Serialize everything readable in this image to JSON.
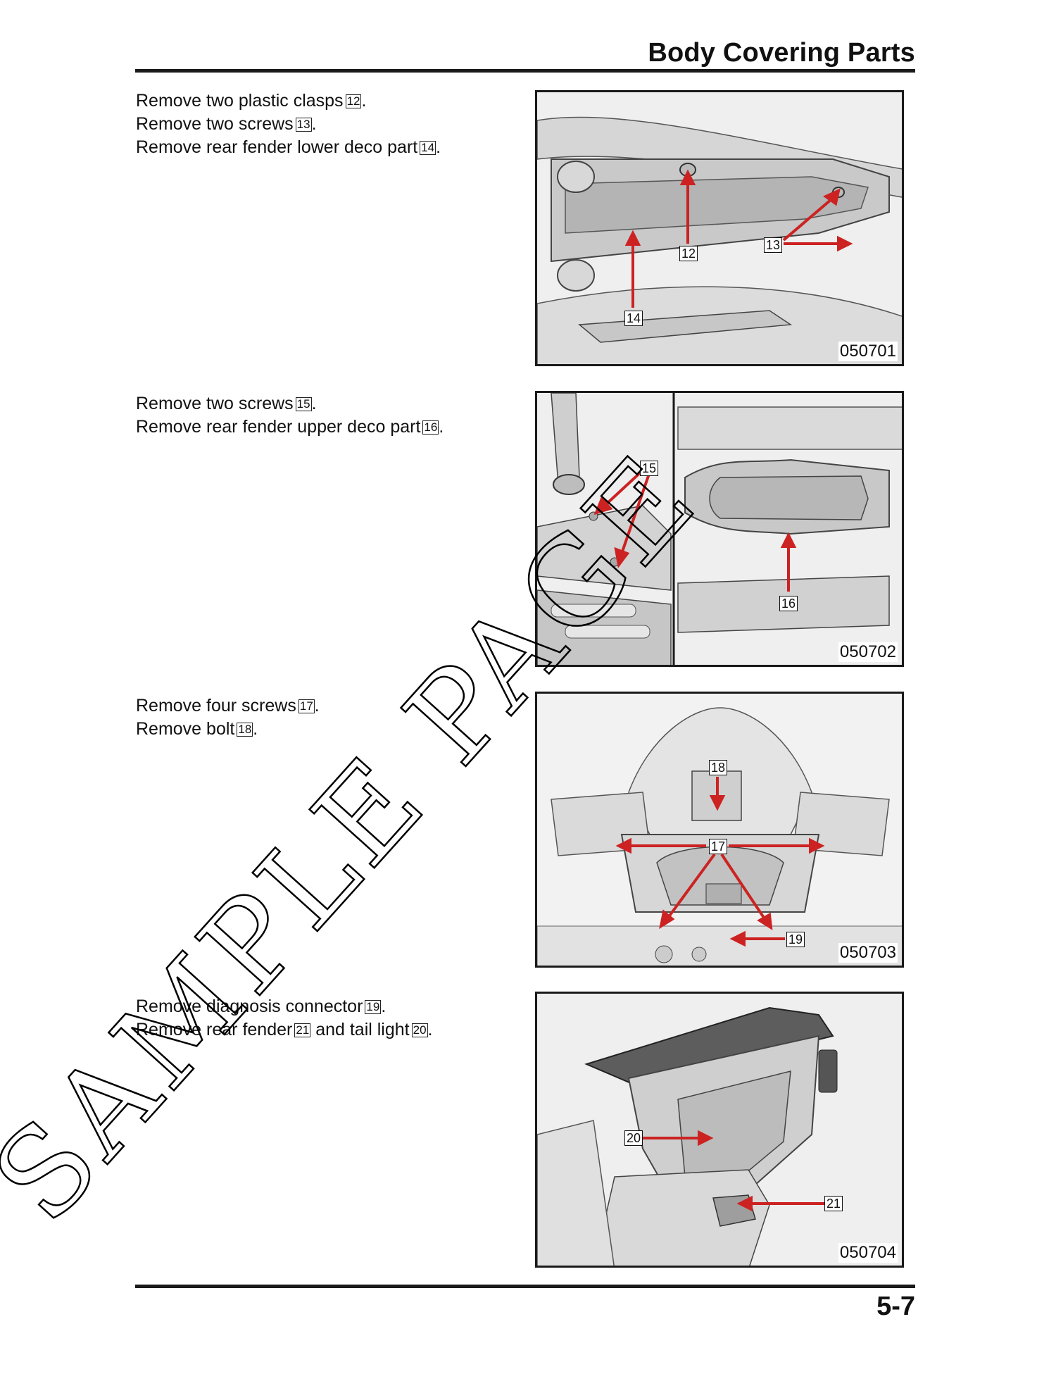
{
  "header": {
    "title": "Body Covering Parts"
  },
  "footer": {
    "page_number": "5-7"
  },
  "sections": [
    {
      "lines": [
        {
          "text": "Remove two plastic clasps",
          "ref": "12",
          "end": "."
        },
        {
          "text": "Remove two screws",
          "ref": "13",
          "end": "."
        },
        {
          "text": "Remove rear fender lower deco part",
          "ref": "14",
          "end": "."
        }
      ],
      "figure": {
        "code": "050701",
        "callouts": [
          "12",
          "13",
          "14"
        ]
      }
    },
    {
      "lines": [
        {
          "text": "Remove  two screws",
          "ref": "15",
          "end": "."
        },
        {
          "text": "Remove rear fender upper deco part",
          "ref": "16",
          "end": "."
        }
      ],
      "figure": {
        "code": "050702",
        "callouts": [
          "15",
          "16"
        ]
      }
    },
    {
      "lines": [
        {
          "text": "Remove four screws",
          "ref": "17",
          "end": "."
        },
        {
          "text": "Remove bolt",
          "ref": "18",
          "end": "."
        }
      ],
      "figure": {
        "code": "050703",
        "callouts": [
          "18",
          "17",
          "19"
        ]
      }
    },
    {
      "lines": [
        {
          "text": "Remove diagnosis connector",
          "ref": "19",
          "end": "."
        },
        {
          "text": "Remove rear fender",
          "ref": "21",
          "mid": " and tail light",
          "ref2": "20",
          "end": "."
        }
      ],
      "figure": {
        "code": "050704",
        "callouts": [
          "20",
          "21"
        ]
      }
    }
  ],
  "watermark": "SAMPLE PAGE",
  "colors": {
    "arrow": "#cc2222",
    "rule": "#1a1a1a"
  }
}
